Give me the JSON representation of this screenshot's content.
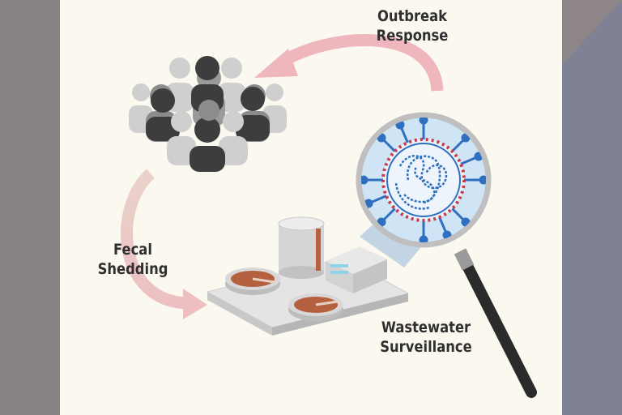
{
  "labels": {
    "outbreak_response": [
      "Outbreak",
      "Response"
    ],
    "fecal_shedding": [
      "Fecal",
      "Shedding"
    ],
    "wastewater_surveillance": [
      "Wastewater",
      "Surveillance"
    ]
  },
  "icons": {
    "people": "people-crowd-icon",
    "plant": "wastewater-treatment-plant-icon",
    "magnifier": "magnifying-glass-icon",
    "virus": "virus-icon"
  },
  "colors": {
    "background": "#fbf8ef",
    "arrow_pink": "#f0b6bd",
    "arrow_tan": "#e7c7c0",
    "text": "#2f2f2f",
    "virus_blue": "#2f6fc0",
    "virus_red": "#c63a4a",
    "tank_rust": "#b5603f",
    "handle": "#2b2b2b"
  }
}
